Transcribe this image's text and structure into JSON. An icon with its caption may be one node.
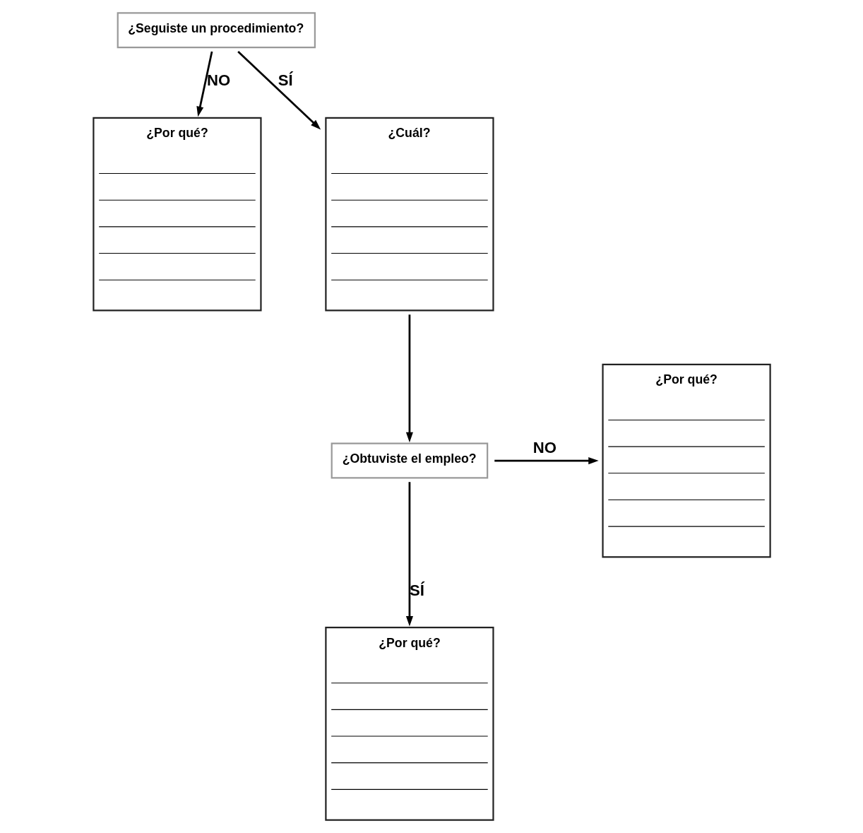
{
  "diagram": {
    "nodes": [
      {
        "text": [
          "¿Seguiste un procedimiento?"
        ]
      },
      {
        "text": [
          "¿Por qué?"
        ]
      },
      {
        "text": [
          "¿Cuál?"
        ]
      },
      {
        "text": [
          "¿Obtuviste el empleo?"
        ]
      },
      {
        "text": [
          "¿Por qué?"
        ]
      },
      {
        "text": [
          "¿Por qué?"
        ]
      }
    ],
    "edges": [
      {
        "from": 0,
        "to": 1,
        "arrow": "to",
        "label": "NO"
      },
      {
        "from": 0,
        "to": 2,
        "arrow": "to",
        "label": "SÍ"
      },
      {
        "from": 2,
        "to": 3,
        "arrow": "to"
      },
      {
        "from": 3,
        "to": 4,
        "arrow": "to",
        "label": "NO"
      },
      {
        "from": 3,
        "to": 5,
        "arrow": "to",
        "label": "SÍ"
      }
    ]
  }
}
